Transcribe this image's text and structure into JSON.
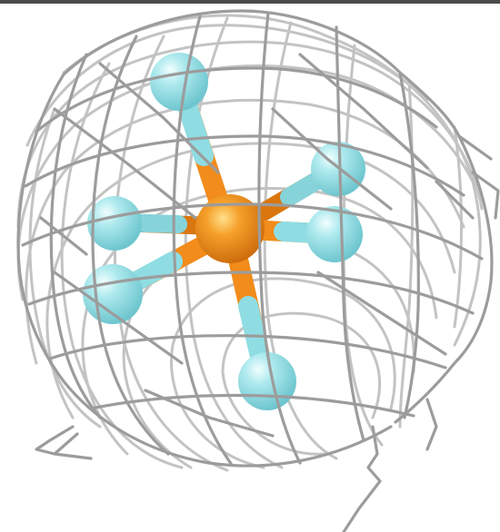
{
  "scene": {
    "background": "#ffffff",
    "colors": {
      "mesh": "#a9a9a9",
      "mesh_dark": "#6f6f6f",
      "central_atom": "#f28c1a",
      "central_atom_highlight": "#ffd36a",
      "ligand_atom": "#9fe3e8",
      "ligand_atom_highlight": "#eafdff",
      "bond_orange": "#f28c1a",
      "bond_cyan": "#8fdde3"
    },
    "icons": {
      "central_atom": "sphere-orange",
      "ligand_atom": "sphere-cyan",
      "density_mesh": "wireframe-cage"
    },
    "ligand_count": 6
  }
}
